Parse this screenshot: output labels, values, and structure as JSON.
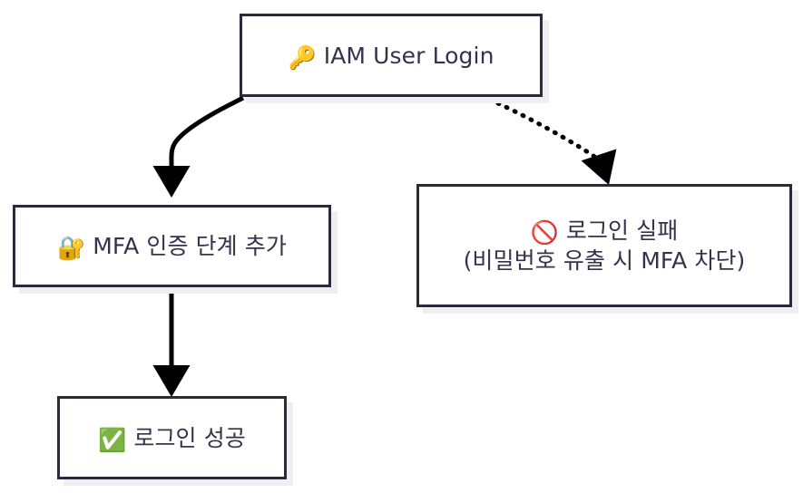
{
  "diagram": {
    "type": "flowchart",
    "direction": "top-down",
    "background_color": "#ffffff",
    "node_border_color": "#2a2a3c",
    "node_fill_color": "#ffffff",
    "node_shadow_color": "#efeff1",
    "text_color": "#33334d",
    "edge_color": "#000000",
    "nodes": [
      {
        "id": "iam-user-login",
        "emoji": "🔑",
        "emoji_name": "key-icon",
        "label": "IAM User Login",
        "lines": [
          "IAM User Login"
        ]
      },
      {
        "id": "mfa-step",
        "emoji": "🔐",
        "emoji_name": "closed-lock-with-key-icon",
        "label": "MFA 인증 단계 추가",
        "lines": [
          "MFA 인증 단계 추가"
        ]
      },
      {
        "id": "login-failure",
        "emoji": "🚫",
        "emoji_name": "prohibited-icon",
        "label": "로그인 실패\n(비밀번호 유출 시 MFA 차단)",
        "lines": [
          "로그인 실패",
          "(비밀번호 유출 시 MFA 차단)"
        ]
      },
      {
        "id": "login-success",
        "emoji": "✅",
        "emoji_name": "check-mark-button-icon",
        "label": "로그인 성공",
        "lines": [
          "로그인 성공"
        ]
      }
    ],
    "edges": [
      {
        "id": "edge-login-to-mfa",
        "from": "iam-user-login",
        "to": "mfa-step",
        "style": "solid",
        "arrowhead": "filled-triangle",
        "label": ""
      },
      {
        "id": "edge-login-to-failure",
        "from": "iam-user-login",
        "to": "login-failure",
        "style": "dotted",
        "arrowhead": "filled-triangle",
        "label": ""
      },
      {
        "id": "edge-mfa-to-success",
        "from": "mfa-step",
        "to": "login-success",
        "style": "solid",
        "arrowhead": "filled-triangle",
        "label": ""
      }
    ]
  }
}
